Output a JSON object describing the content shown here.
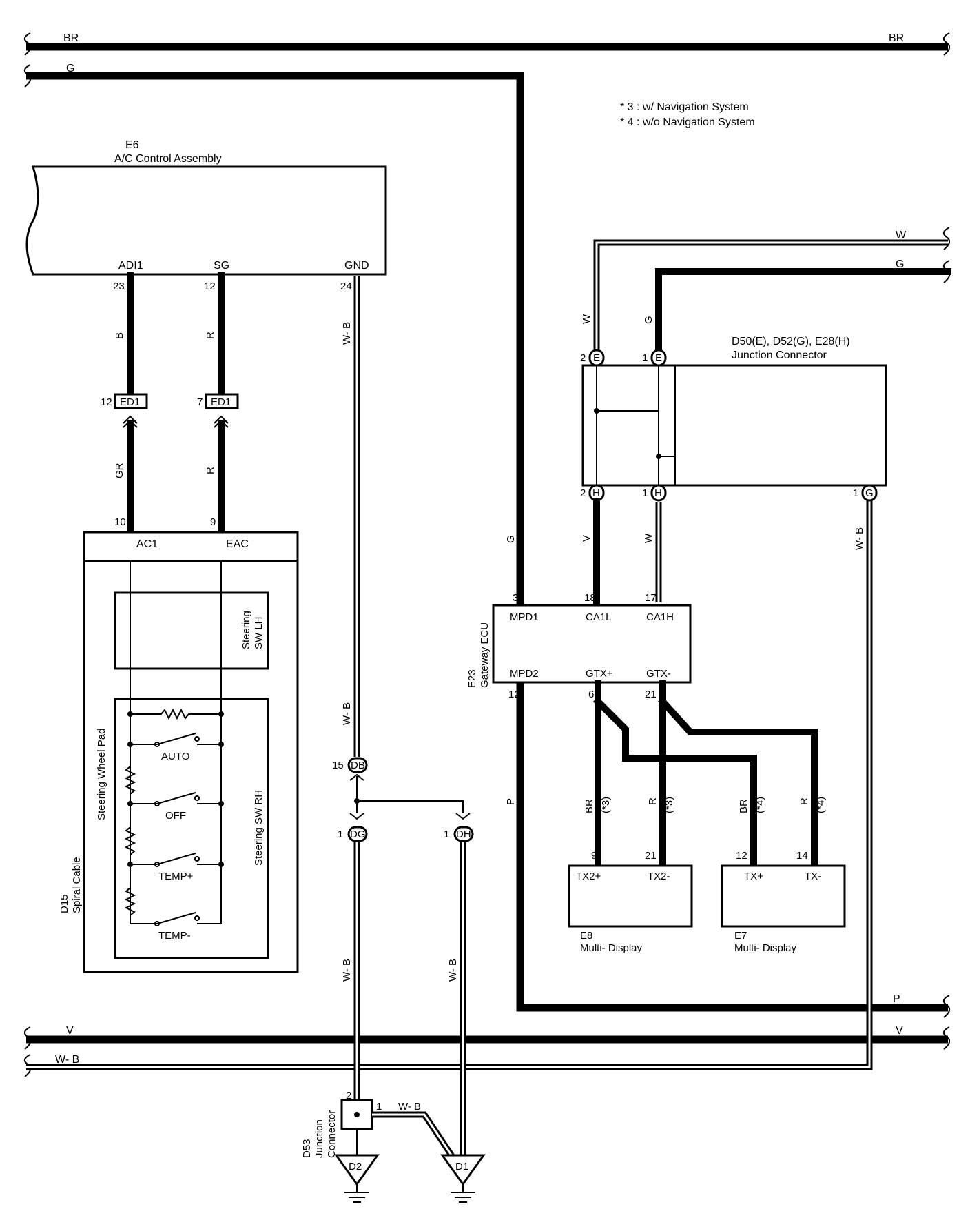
{
  "notes": [
    "* 3 : w/ Navigation System",
    "* 4 : w/o Navigation System"
  ],
  "buses": {
    "br_left": "BR",
    "br_right": "BR",
    "g_top": "G",
    "w_right": "W",
    "g_right": "G",
    "p_right": "P",
    "v_left": "V",
    "v_right": "V",
    "wb_bottom": "W- B"
  },
  "ac_control": {
    "code": "E6",
    "name": "A/C Control Assembly",
    "terminals": [
      "ADI1",
      "SG",
      "GND"
    ],
    "pins": [
      "23",
      "12",
      "24"
    ]
  },
  "wire_colors": {
    "b": "B",
    "r1": "R",
    "wb1": "W- B",
    "gr": "GR",
    "r2": "R",
    "wb2": "W- B",
    "wb3": "W- B",
    "wb4": "W- B",
    "wb5": "W- B",
    "wb_junction": "W- B",
    "w_top": "W",
    "g_top": "G",
    "g_mid": "G",
    "v_mid": "V",
    "w_mid": "W",
    "wb_right": "W- B",
    "p_mid": "P",
    "br_3": "BR",
    "star_3a": "(*3)",
    "r_3": "R",
    "star_3b": "(*3)",
    "br_4": "BR",
    "star_4a": "(*4)",
    "r_4": "R",
    "star_4b": "(*4)"
  },
  "ed1": {
    "label": "ED1",
    "pin_left": "12",
    "pin_right": "7"
  },
  "spiral_cable": {
    "code": "D15",
    "name": "Spiral Cable",
    "terminals": [
      "AC1",
      "EAC"
    ],
    "pins": [
      "10",
      "9"
    ],
    "steering_sw_lh": [
      "Steering",
      "SW LH"
    ],
    "steering_sw_rh": "Steering SW RH",
    "steering_wheel_pad": "Steering Wheel Pad",
    "switches": [
      "AUTO",
      "OFF",
      "TEMP+",
      "TEMP-"
    ]
  },
  "junction_connectors": {
    "db": {
      "label": "DB",
      "pin": "15"
    },
    "dg": {
      "label": "DG",
      "pin": "1"
    },
    "dh": {
      "label": "DH",
      "pin": "1"
    }
  },
  "d53": {
    "code": "D53",
    "name_lines": [
      "Junction",
      "Connector"
    ],
    "pin_top": "2",
    "pin_right": "1"
  },
  "grounds": [
    "D2",
    "D1"
  ],
  "junction_box": {
    "title": "D50(E), D52(G), E28(H)",
    "name": "Junction Connector",
    "top_connectors": [
      {
        "pin": "2",
        "label": "E"
      },
      {
        "pin": "1",
        "label": "E"
      }
    ],
    "bottom_connectors": [
      {
        "pin": "2",
        "label": "H"
      },
      {
        "pin": "1",
        "label": "H"
      },
      {
        "pin": "1",
        "label": "G"
      }
    ]
  },
  "gateway": {
    "code": "E23",
    "name": "Gateway ECU",
    "terminals_top": [
      "MPD1",
      "CA1L",
      "CA1H"
    ],
    "terminals_bottom": [
      "MPD2",
      "GTX+",
      "GTX-"
    ],
    "pins_top": [
      "3",
      "18",
      "17"
    ],
    "pins_bottom": [
      "12",
      "6",
      "21"
    ]
  },
  "e8": {
    "code": "E8",
    "name": "Multi- Display",
    "terminals": [
      "TX2+",
      "TX2-"
    ],
    "pins": [
      "9",
      "21"
    ]
  },
  "e7": {
    "code": "E7",
    "name": "Multi- Display",
    "terminals": [
      "TX+",
      "TX-"
    ],
    "pins": [
      "12",
      "14"
    ]
  }
}
